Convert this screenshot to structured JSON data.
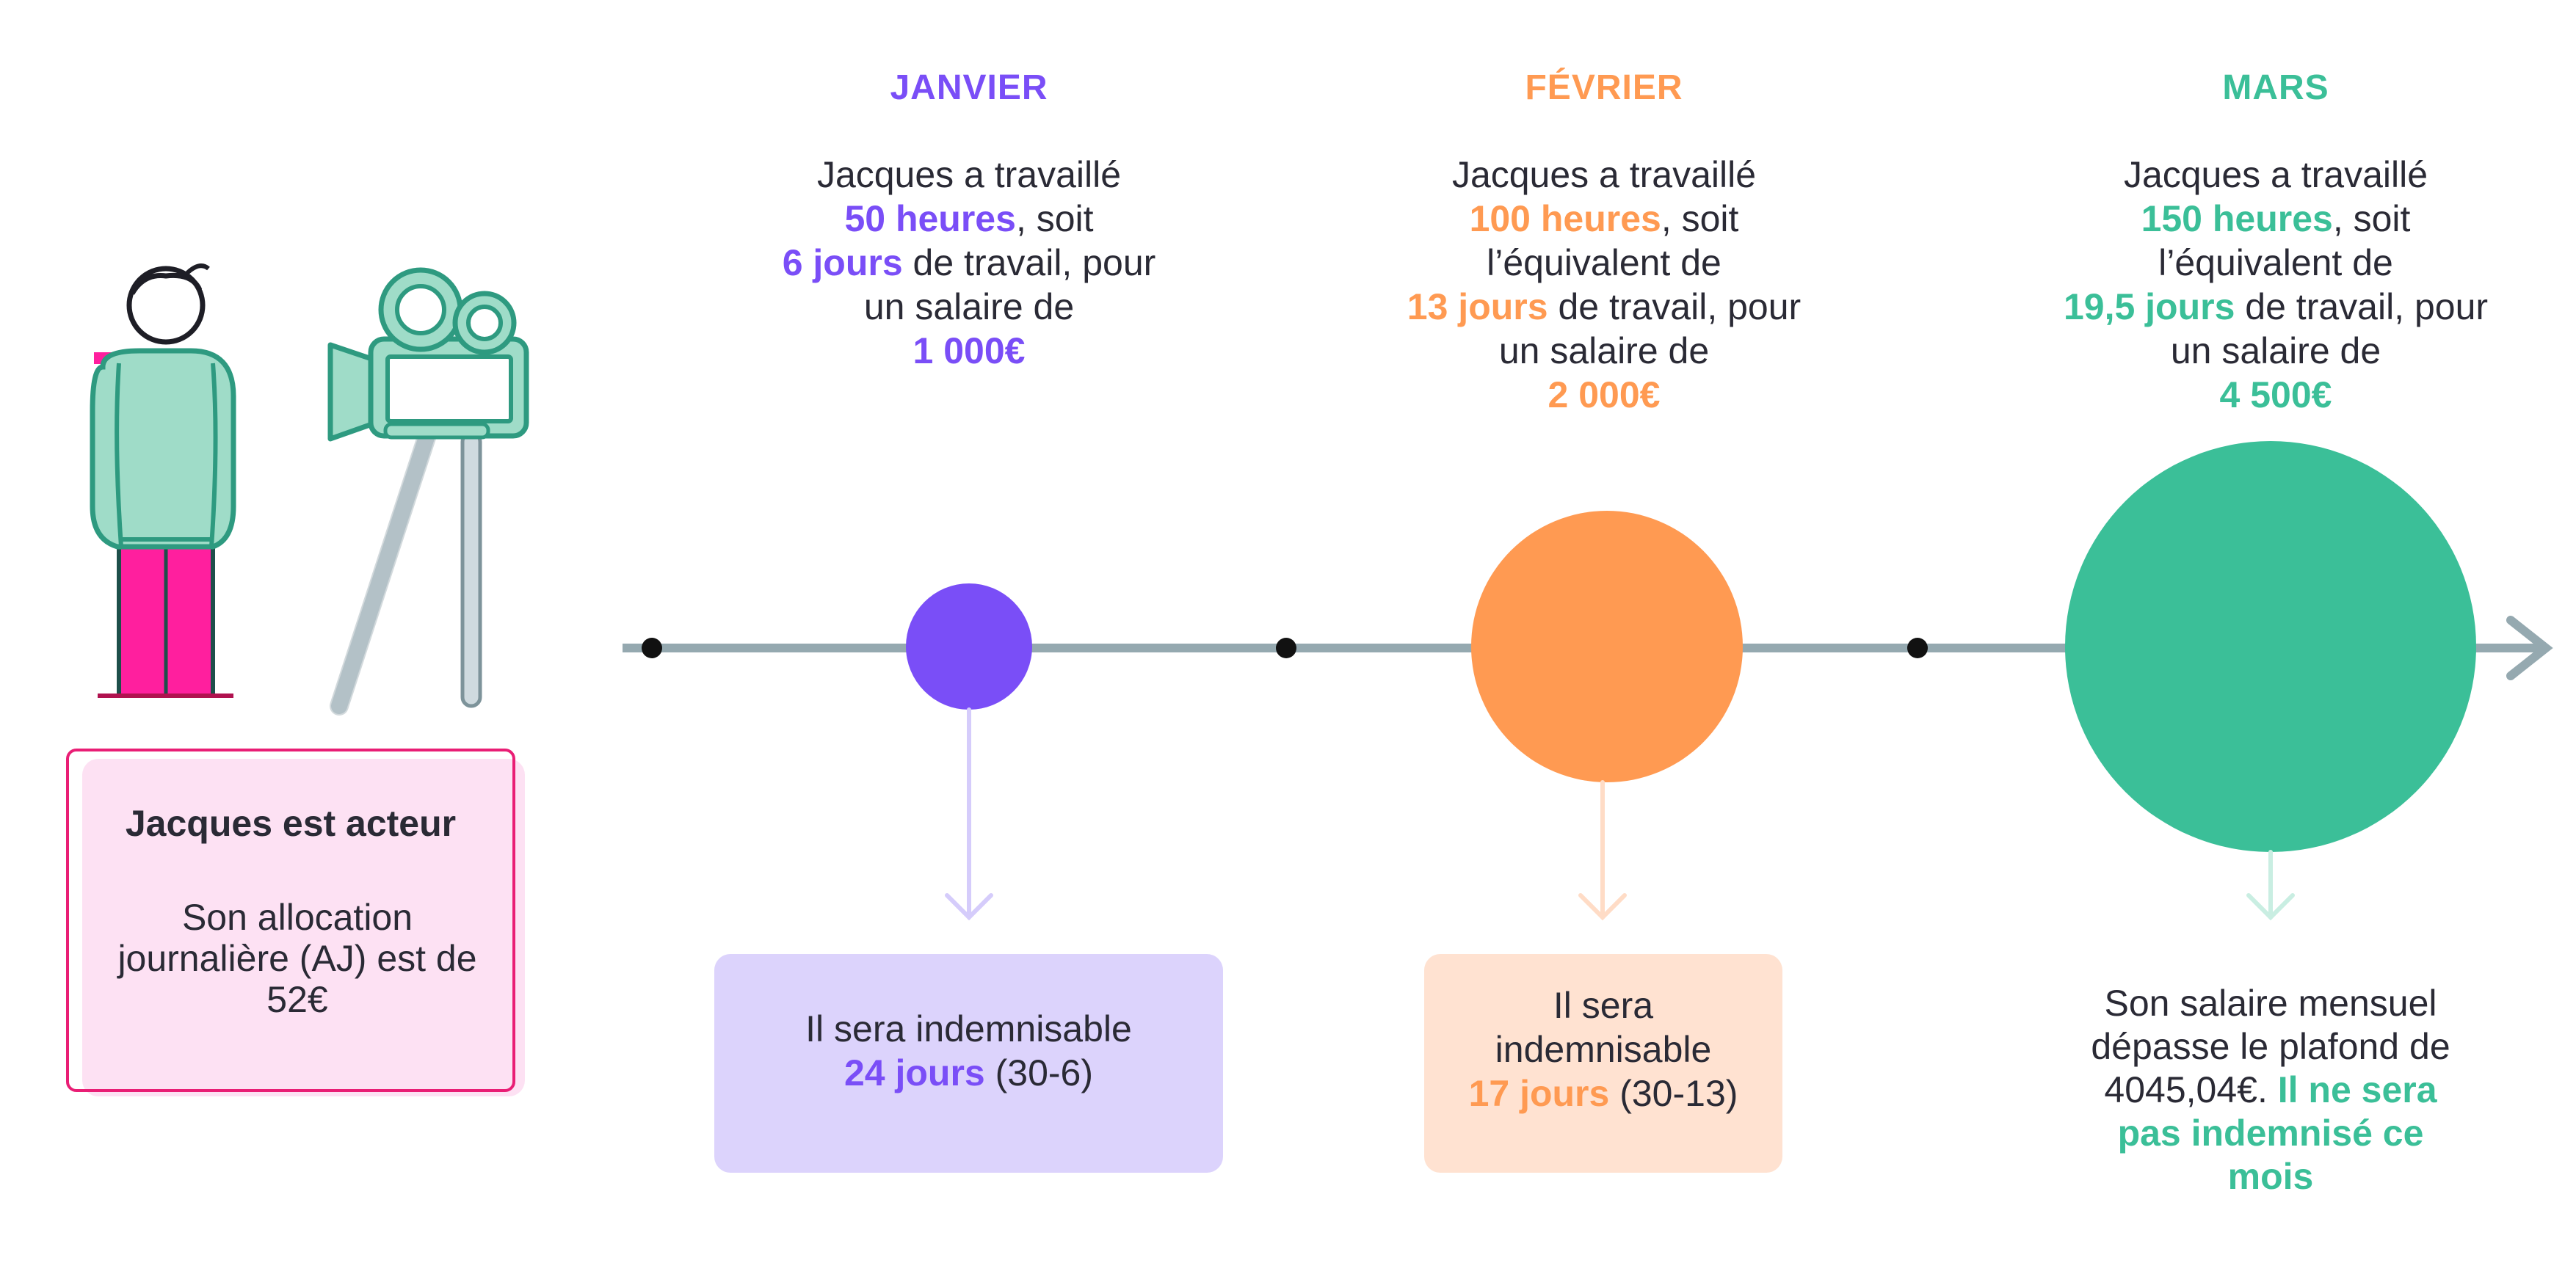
{
  "colors": {
    "purple": "#7a4ef7",
    "orange": "#ff9a52",
    "green": "#3bbf98",
    "timeline": "#95a9b0",
    "pink": "#ff1f9e"
  },
  "actor": {
    "title": "Jacques est acteur",
    "description": "Son allocation journalière (AJ) est de 52€"
  },
  "months": [
    {
      "name": "JANVIER",
      "intro": "Jacques a travaillé",
      "hours": "50 heures",
      "soit": ", soit",
      "days": "6 jours",
      "days_rest": " de travail, pour",
      "salary_intro": "un salaire de",
      "salary": "1 000€",
      "result_prefix": "Il sera indemnisable",
      "result_days": "24 jours",
      "result_calc": " (30-6)"
    },
    {
      "name": "FÉVRIER",
      "intro": "Jacques a travaillé",
      "hours": "100 heures",
      "soit": ", soit",
      "equivalent": "l’équivalent de",
      "days": "13 jours",
      "days_rest": " de travail, pour",
      "salary_intro": "un salaire de",
      "salary": "2 000€",
      "result_line1": "Il sera",
      "result_line2": "indemnisable",
      "result_days": "17 jours",
      "result_calc": " (30-13)"
    },
    {
      "name": "MARS",
      "intro": "Jacques a travaillé",
      "hours": "150 heures",
      "soit": ", soit",
      "equivalent": "l’équivalent de",
      "days": "19,5 jours",
      "days_rest": " de travail, pour",
      "salary_intro": "un salaire de",
      "salary": "4 500€",
      "result_line1": "Son salaire mensuel",
      "result_line2": "dépasse le plafond de",
      "result_line3": "4045,04€.",
      "result_bold1": " Il ne sera",
      "result_bold2": "pas indemnisé ce",
      "result_bold3": "mois"
    }
  ]
}
